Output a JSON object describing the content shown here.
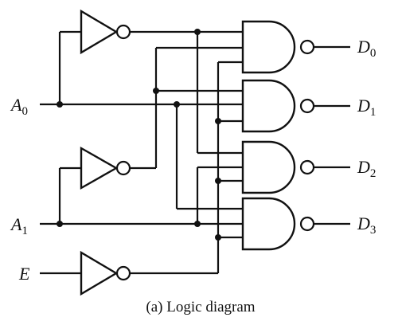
{
  "inputs": [
    {
      "main": "A",
      "sub": "0"
    },
    {
      "main": "A",
      "sub": "1"
    },
    {
      "main": "E",
      "sub": ""
    }
  ],
  "outputs": [
    {
      "main": "D",
      "sub": "0"
    },
    {
      "main": "D",
      "sub": "1"
    },
    {
      "main": "D",
      "sub": "2"
    },
    {
      "main": "D",
      "sub": "3"
    }
  ],
  "caption": "(a) Logic diagram"
}
